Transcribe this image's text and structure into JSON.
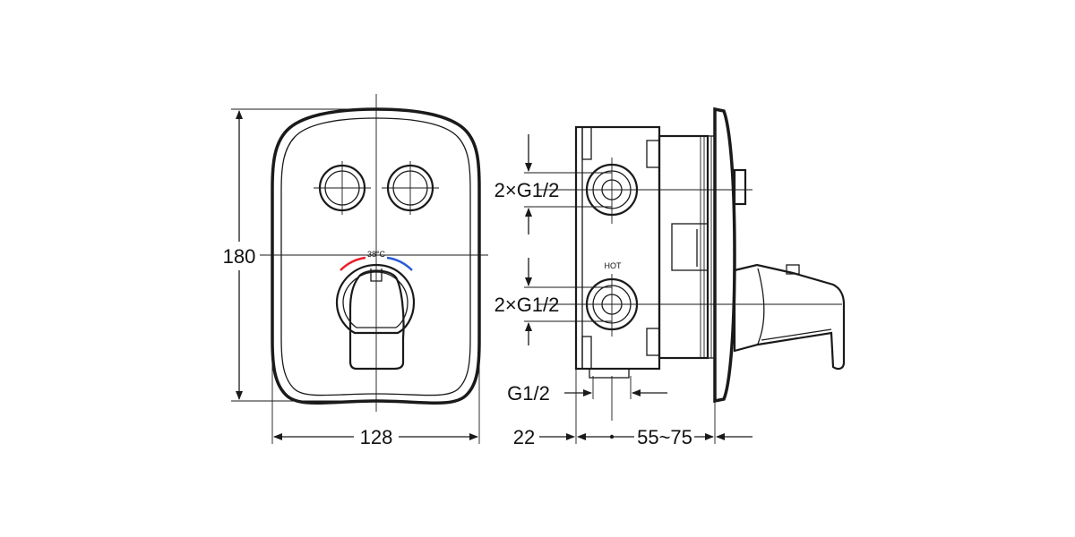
{
  "dimensions": {
    "height": "180",
    "width": "128",
    "inlet_top": "2×G1/2",
    "inlet_bottom": "2×G1/2",
    "outlet": "G1/2",
    "depth_front": "22",
    "depth_range": "55~75"
  },
  "labels": {
    "temperature": "38°C",
    "hot": "HOT"
  },
  "colors": {
    "line": "#1a1a1a",
    "hot_arc": "#e8202a",
    "cold_arc": "#2a5bd7"
  }
}
